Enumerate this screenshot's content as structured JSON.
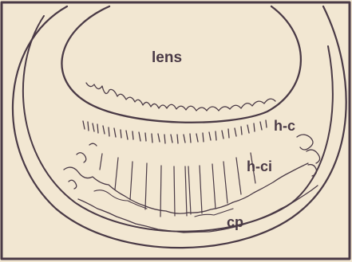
{
  "labels": {
    "lens": "lens",
    "hc": "h-c",
    "hci": "h-ci",
    "cp": "cp"
  },
  "colors": {
    "ink": "#4a3a46",
    "paper": "#f2e7d2"
  }
}
